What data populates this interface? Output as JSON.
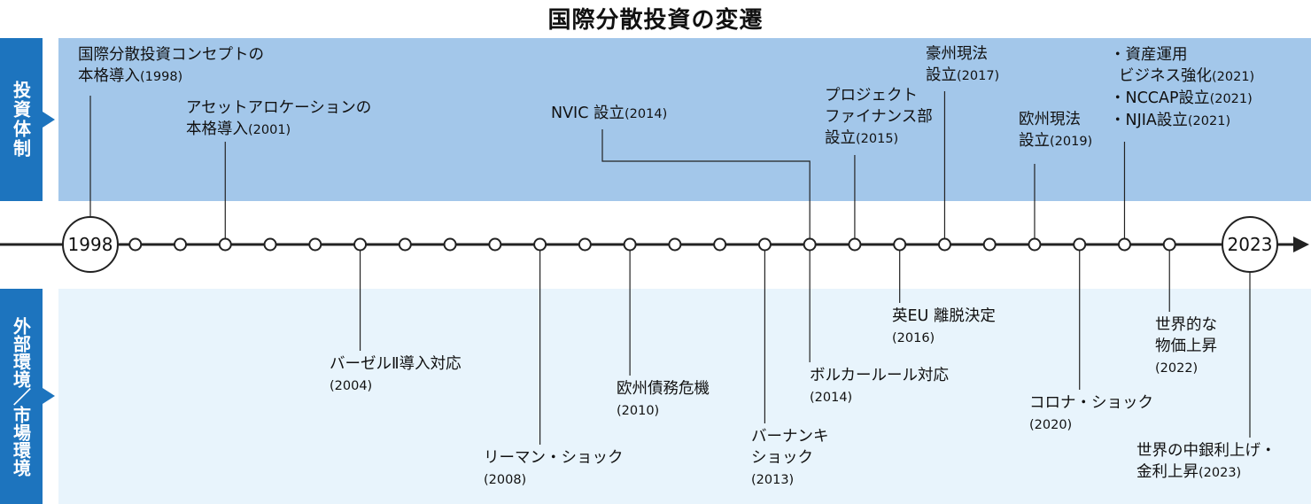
{
  "title": "国際分散投資の変遷",
  "categories": {
    "top": "投資体制",
    "bottom": "外部環境／市場環境"
  },
  "colors": {
    "top_band": "#a3c7ea",
    "bottom_band": "#e8f4fc",
    "category_label": "#1d74be",
    "line": "#222222"
  },
  "timeline": {
    "start_label": "1998",
    "end_label": "2023"
  },
  "top_events": [
    {
      "line1": "国際分散投資コンセプトの",
      "line2": "本格導入",
      "year": "(1998)"
    },
    {
      "line1": "アセットアロケーションの",
      "line2": "本格導入",
      "year": "(2001)"
    },
    {
      "line1": "NVIC 設立",
      "year": "(2014)"
    },
    {
      "line1": "プロジェクト",
      "line2": "ファイナンス部",
      "line3": "設立",
      "year": "(2015)"
    },
    {
      "line1": "豪州現法",
      "line2": "設立",
      "year": "(2017)"
    },
    {
      "line1": "欧州現法",
      "line2": "設立",
      "year": "(2019)"
    },
    {
      "line1": "・資産運用",
      "line2": "ビジネス強化",
      "year": "(2021)",
      "line3": "・NCCAP設立",
      "year3": "(2021)",
      "line4": "・NJIA設立",
      "year4": "(2021)"
    }
  ],
  "bottom_events": [
    {
      "line1": "バーゼルⅡ導入対応",
      "year": "(2004)"
    },
    {
      "line1": "リーマン・ショック",
      "year": "(2008)"
    },
    {
      "line1": "欧州債務危機",
      "year": "(2010)"
    },
    {
      "line1": "バーナンキ",
      "line2": "ショック",
      "year": "(2013)"
    },
    {
      "line1": "ボルカールール対応",
      "year": "(2014)"
    },
    {
      "line1": "英EU 離脱決定",
      "year": "(2016)"
    },
    {
      "line1": "コロナ・ショック",
      "year": "(2020)"
    },
    {
      "line1": "世界的な",
      "line2": "物価上昇",
      "year": "(2022)"
    },
    {
      "line1": "世界の中銀利上げ・",
      "line2": "金利上昇",
      "year": "(2023)"
    }
  ]
}
